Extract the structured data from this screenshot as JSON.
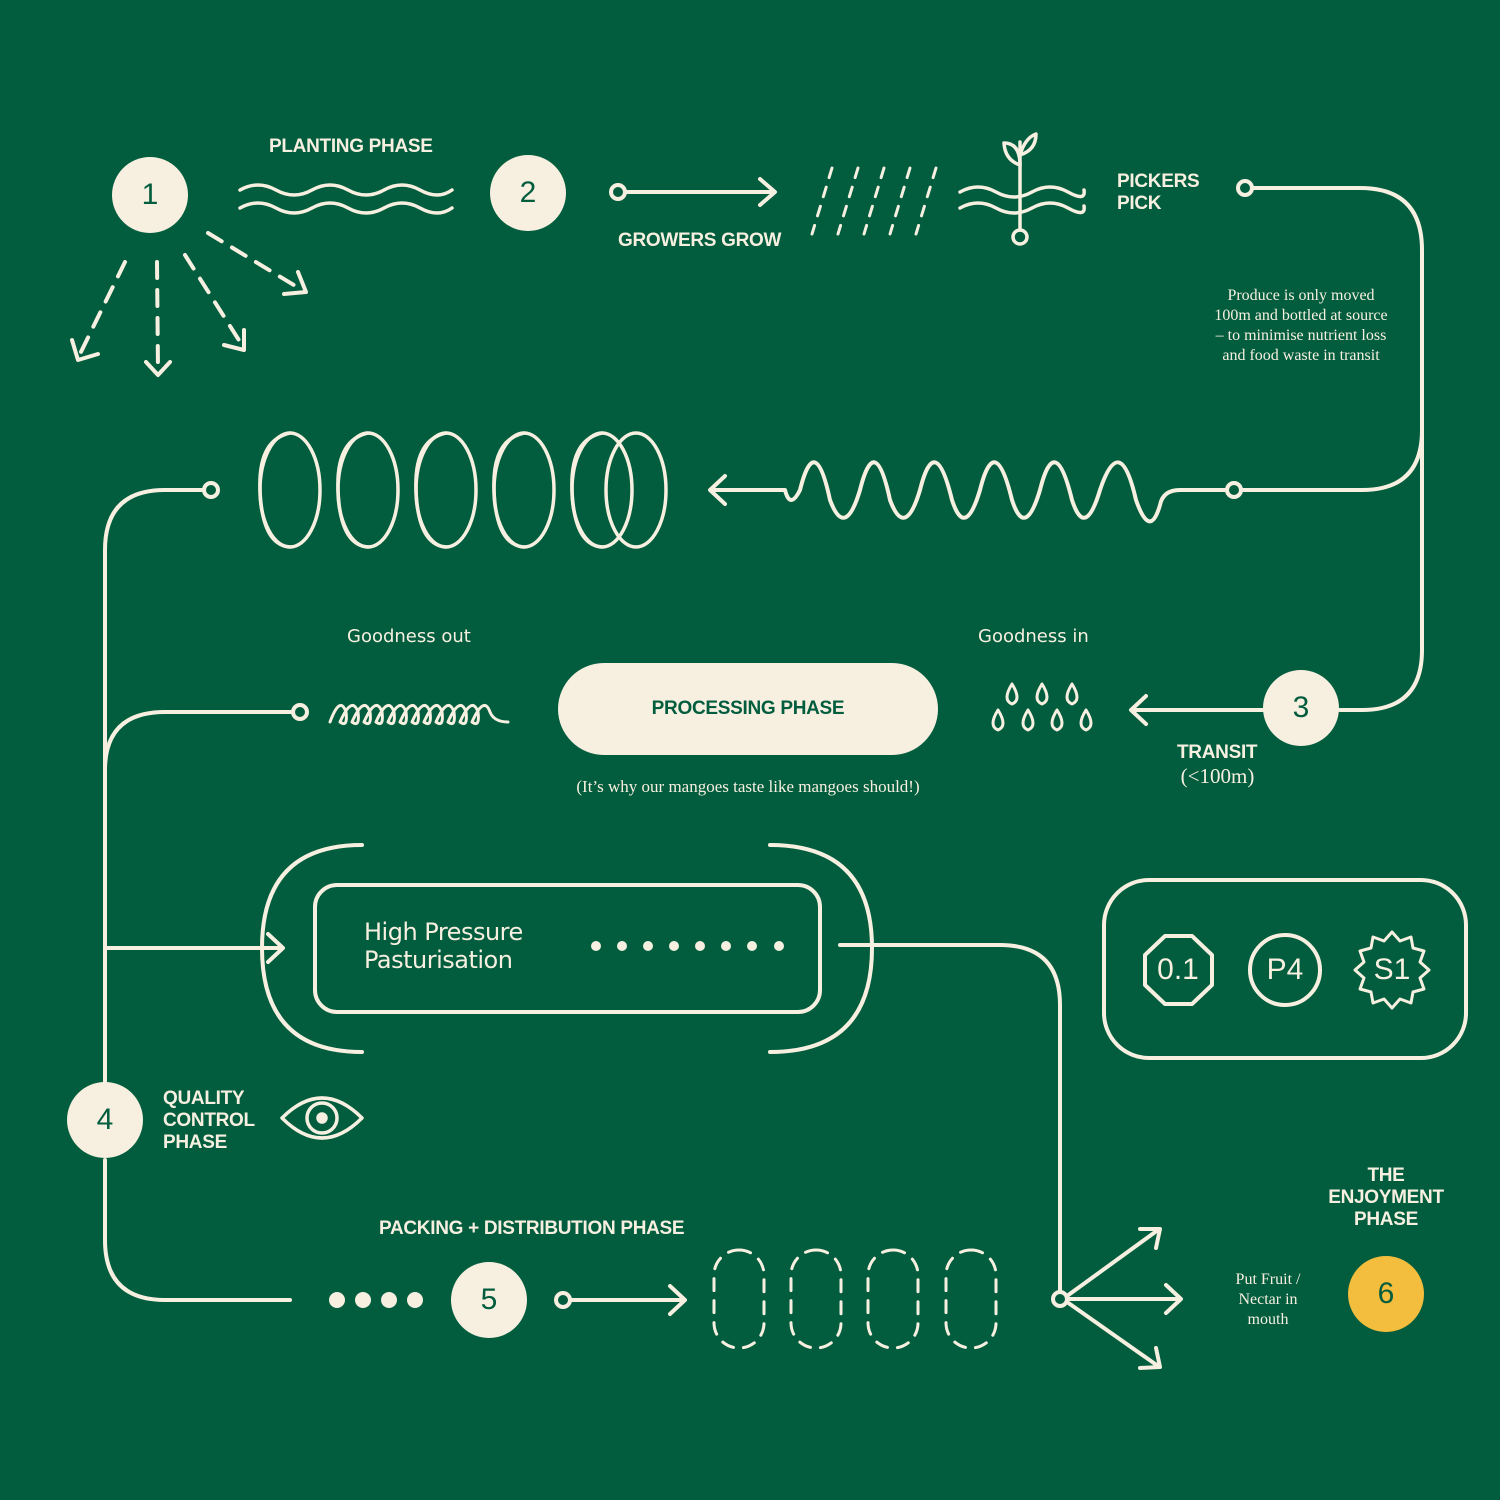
{
  "colors": {
    "background": "#025c3e",
    "ink": "#f7f0e0",
    "accent": "#f3bd3d"
  },
  "steps": [
    {
      "number": "1"
    },
    {
      "number": "2"
    },
    {
      "number": "3"
    },
    {
      "number": "4"
    },
    {
      "number": "5"
    },
    {
      "number": "6"
    }
  ],
  "labels": {
    "planting": "PLANTING PHASE",
    "growers": "GROWERS GROW",
    "pickers": "PICKERS\nPICK",
    "produce_note": "Produce is only moved\n100m and bottled at source\n– to minimise nutrient loss\nand food waste in transit",
    "goodness_out": "Goodness out",
    "goodness_in": "Goodness in",
    "processing": "PROCESSING PHASE",
    "processing_note": "(It’s why our mangoes taste like mangoes should!)",
    "transit": "TRANSIT",
    "transit_distance": "(<100m)",
    "hpp": "High Pressure\nPasturisation",
    "quality": "QUALITY\nCONTROL\nPHASE",
    "packing": "PACKING + DISTRIBUTION PHASE",
    "enjoyment": "THE\nENJOYMENT\nPHASE",
    "put_fruit": "Put Fruit /\nNectar in\nmouth"
  },
  "badges": [
    "0.1",
    "P4",
    "S1"
  ],
  "icons": [
    "sun-icon",
    "wave-icon",
    "rain-icon",
    "sprout-icon",
    "spring-icon",
    "coil-icon",
    "drops-icon",
    "eye-icon",
    "bottle-outline-icon"
  ]
}
